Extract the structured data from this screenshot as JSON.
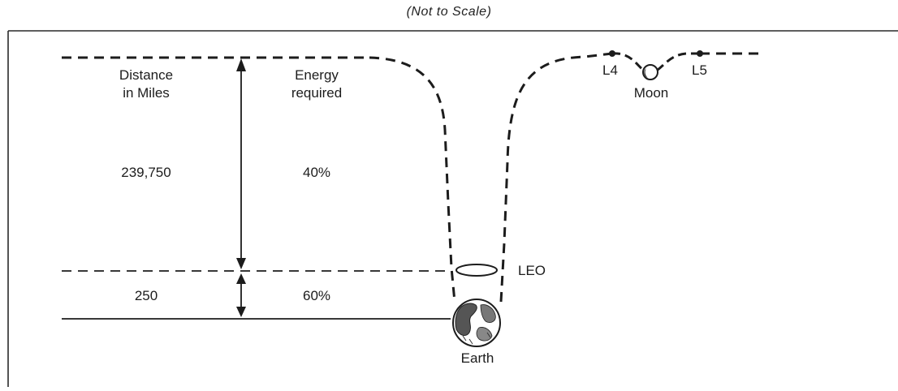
{
  "caption": "(Not to Scale)",
  "columns": {
    "distance_heading_line1": "Distance",
    "distance_heading_line2": "in Miles",
    "energy_heading_line1": "Energy",
    "energy_heading_line2": "required"
  },
  "upper_band": {
    "distance": "239,750",
    "energy": "40%"
  },
  "lower_band": {
    "distance": "250",
    "energy": "60%"
  },
  "labels": {
    "leo": "LEO",
    "earth": "Earth",
    "moon": "Moon",
    "l4": "L4",
    "l5": "L5"
  },
  "colors": {
    "ink": "#1c1c1c",
    "paper": "#ffffff"
  }
}
